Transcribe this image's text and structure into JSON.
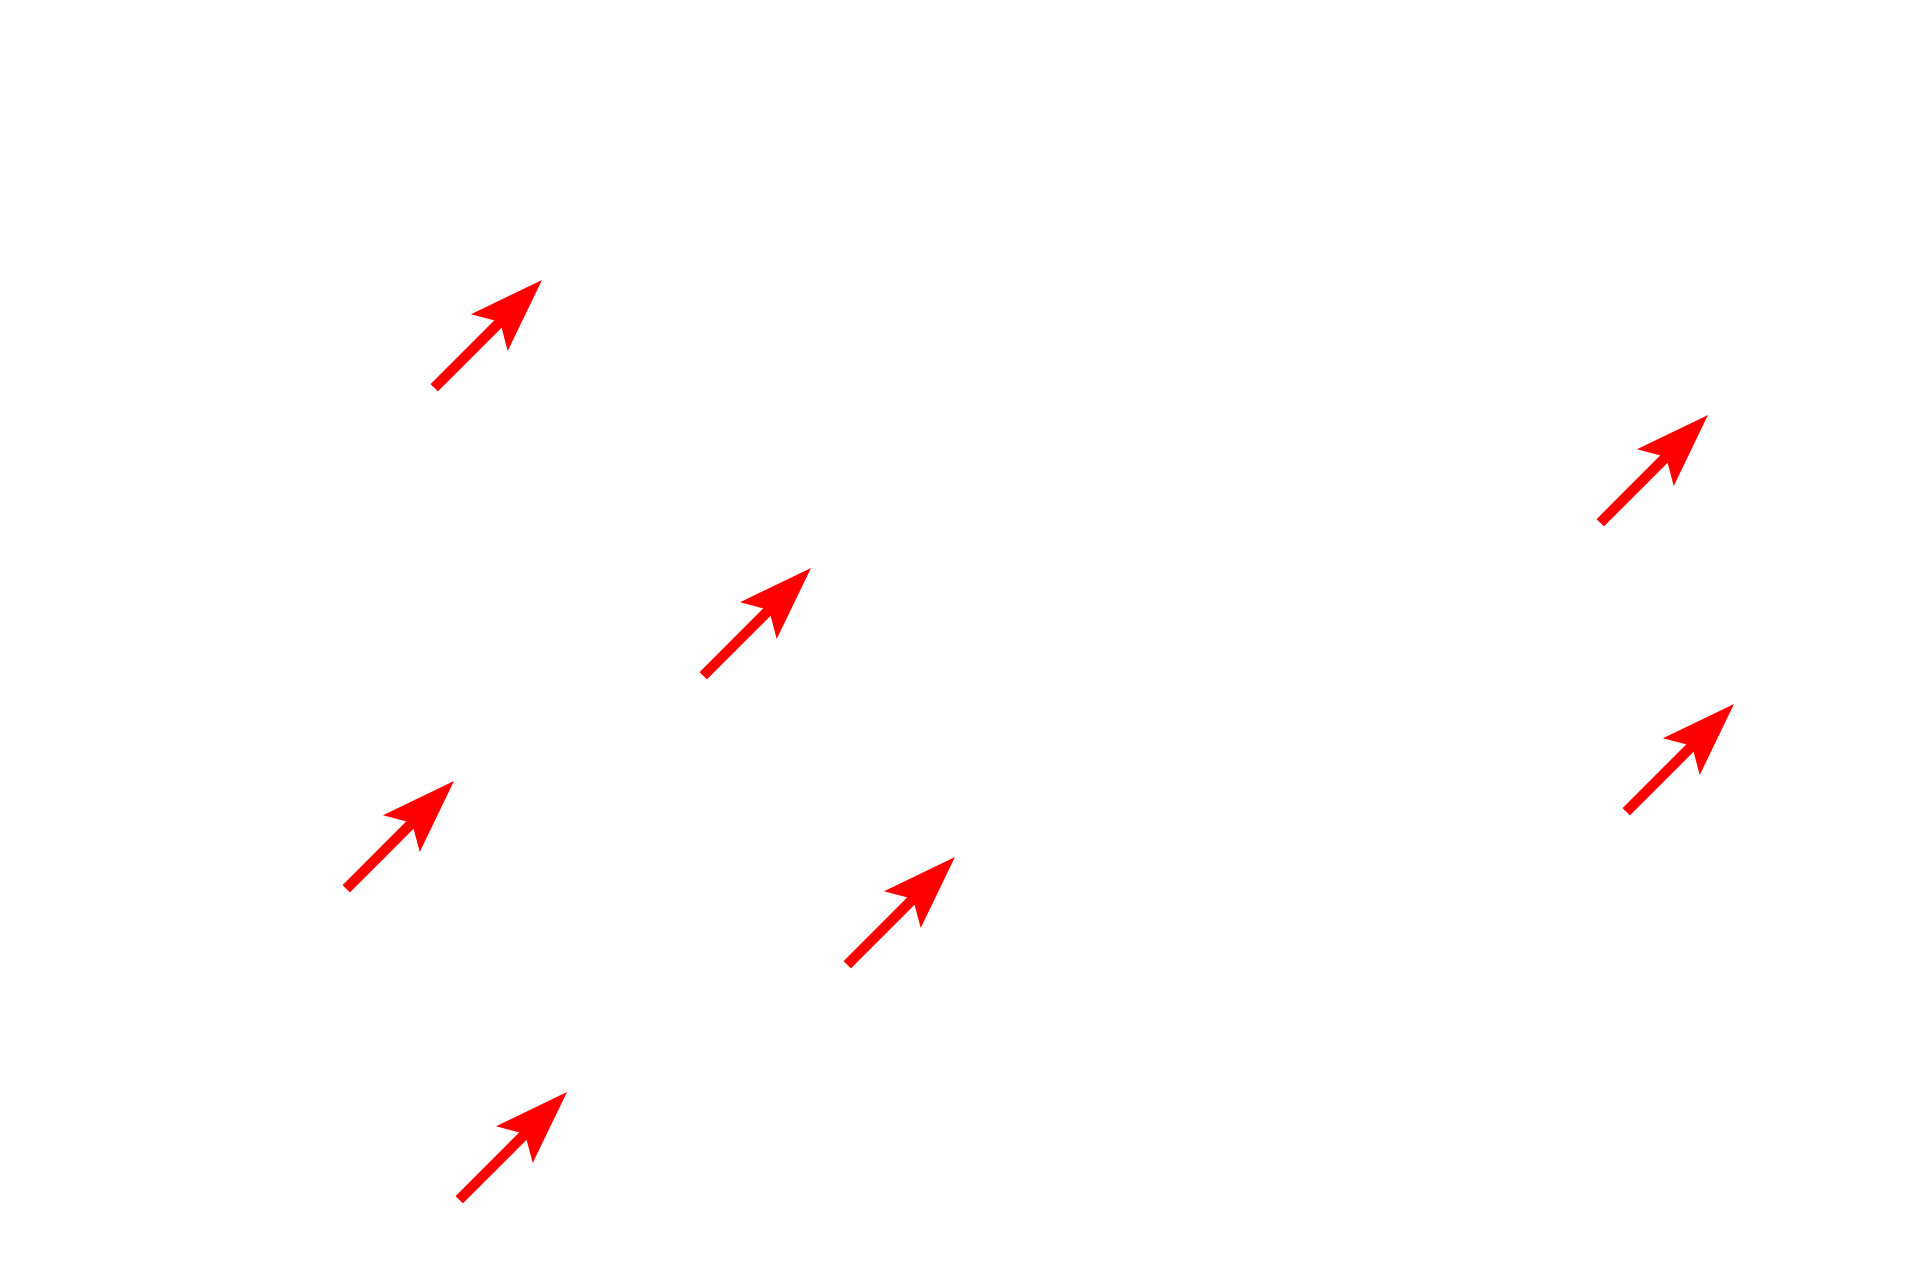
{
  "annotation": {
    "arrow_color": "#ff0000",
    "arrow_icon": "arrow-up-right-icon",
    "arrows": [
      {
        "id": "arrow-1"
      },
      {
        "id": "arrow-2"
      },
      {
        "id": "arrow-3"
      },
      {
        "id": "arrow-4"
      },
      {
        "id": "arrow-5"
      },
      {
        "id": "arrow-6"
      },
      {
        "id": "arrow-7"
      }
    ]
  }
}
